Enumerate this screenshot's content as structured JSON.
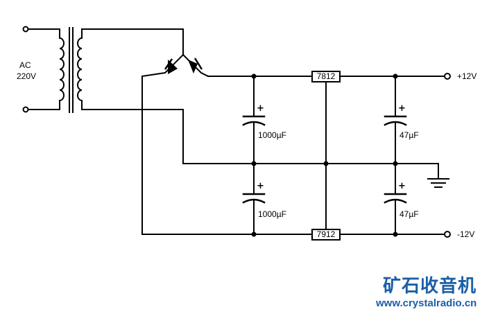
{
  "diagram": {
    "input": {
      "label_line1": "AC",
      "label_line2": "220V"
    },
    "regulators": {
      "positive": "7812",
      "negative": "7912"
    },
    "capacitors": {
      "upper_filter": "1000µF",
      "lower_filter": "1000µF",
      "upper_output": "47µF",
      "lower_output": "47µF",
      "polarity_mark": "+"
    },
    "outputs": {
      "positive": "+12V",
      "negative": "-12V"
    }
  },
  "watermark": {
    "title": "矿石收音机",
    "url": "www.crystalradio.cn"
  },
  "colors": {
    "line": "#000000",
    "brand": "#1a5fa8"
  }
}
